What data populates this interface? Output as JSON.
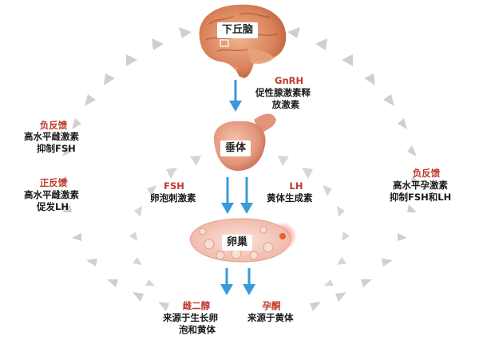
{
  "organs": {
    "hypothalamus": "下丘脑",
    "pituitary": "垂体",
    "ovary": "卵巢"
  },
  "gnrh": {
    "name": "GnRH",
    "desc1": "促性腺激素释",
    "desc2": "放激素"
  },
  "fsh": {
    "name": "FSH",
    "desc": "卵泡刺激素"
  },
  "lh": {
    "name": "LH",
    "desc": "黄体生成素"
  },
  "estradiol": {
    "name": "雌二醇",
    "desc1": "来源于生长卵",
    "desc2": "泡和黄体"
  },
  "progesterone": {
    "name": "孕酮",
    "desc": "来源于黄体"
  },
  "left_neg_feedback": {
    "title": "负反馈",
    "line1": "高水平雌激素",
    "line2": "抑制FSH"
  },
  "left_pos_feedback": {
    "title": "正反馈",
    "line1": "高水平雌激素",
    "line2": "促发LH"
  },
  "right_neg_feedback": {
    "title": "负反馈",
    "line1": "高水平孕激素",
    "line2": "抑制FSH和LH"
  },
  "colors": {
    "arrow_blue": "#3a9ad9",
    "feedback_gray": "#c8c8c8",
    "label_red": "#c0392b",
    "brain": "#d9825a",
    "pituitary": "#e2957a",
    "ovary": "#f3c6b8"
  }
}
